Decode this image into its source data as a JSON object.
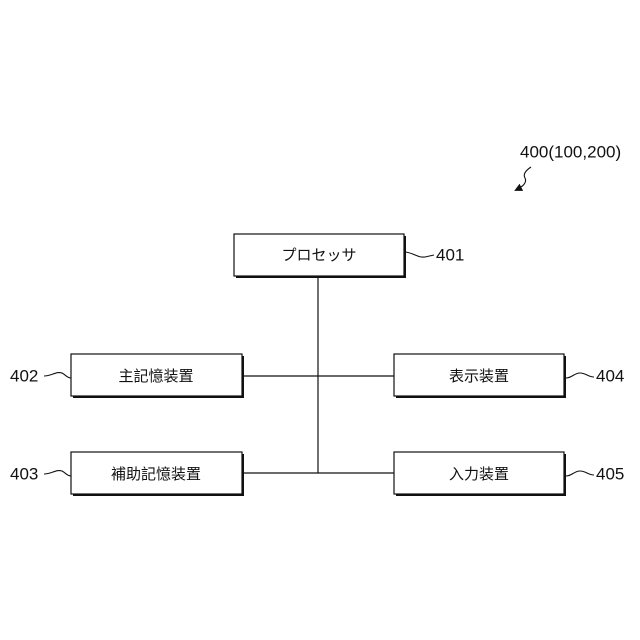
{
  "figure": {
    "reference_label": "400(100,200)"
  },
  "blocks": {
    "processor": {
      "label": "プロセッサ",
      "ref": "401"
    },
    "main_memory": {
      "label": "主記憶装置",
      "ref": "402"
    },
    "auxiliary_storage": {
      "label": "補助記憶装置",
      "ref": "403"
    },
    "display": {
      "label": "表示装置",
      "ref": "404"
    },
    "input": {
      "label": "入力装置",
      "ref": "405"
    }
  }
}
